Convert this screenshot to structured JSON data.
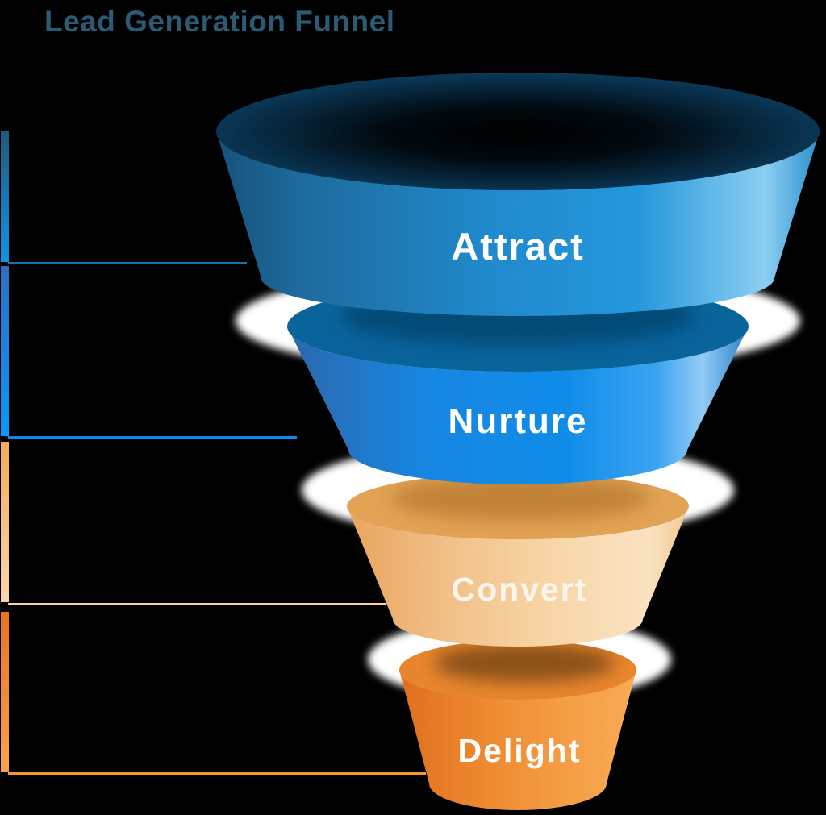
{
  "title": "Lead Generation Funnel",
  "colors": {
    "background": "#000000",
    "title_text": "#2a5a74",
    "label_text": "#ffffff",
    "gap_glow": "#ffffff"
  },
  "funnel": {
    "stages": [
      {
        "label": "Attract",
        "accent": "#2089cb",
        "rim": "#0d4061"
      },
      {
        "label": "Nurture",
        "accent": "#1089e4",
        "rim": "#0a649c"
      },
      {
        "label": "Convert",
        "accent": "#f7d3a2",
        "rim": "#e2a355"
      },
      {
        "label": "Delight",
        "accent": "#f49d44",
        "rim": "#e8862e"
      }
    ]
  },
  "legend_bars": {
    "segments": [
      {
        "stage": "Attract",
        "top_color": "#215a7c",
        "bottom_color": "#0c95e9"
      },
      {
        "stage": "Nurture",
        "top_color": "#2f6fc2",
        "bottom_color": "#0698fa"
      },
      {
        "stage": "Convert",
        "top_color": "#f4ab58",
        "bottom_color": "#f8d7ab"
      },
      {
        "stage": "Delight",
        "top_color": "#e8731f",
        "bottom_color": "#f9a44c"
      }
    ],
    "connector_line_colors": [
      "#1a6fae",
      "#0a8ce8",
      "#f9d2a0",
      "#f6982e"
    ]
  }
}
